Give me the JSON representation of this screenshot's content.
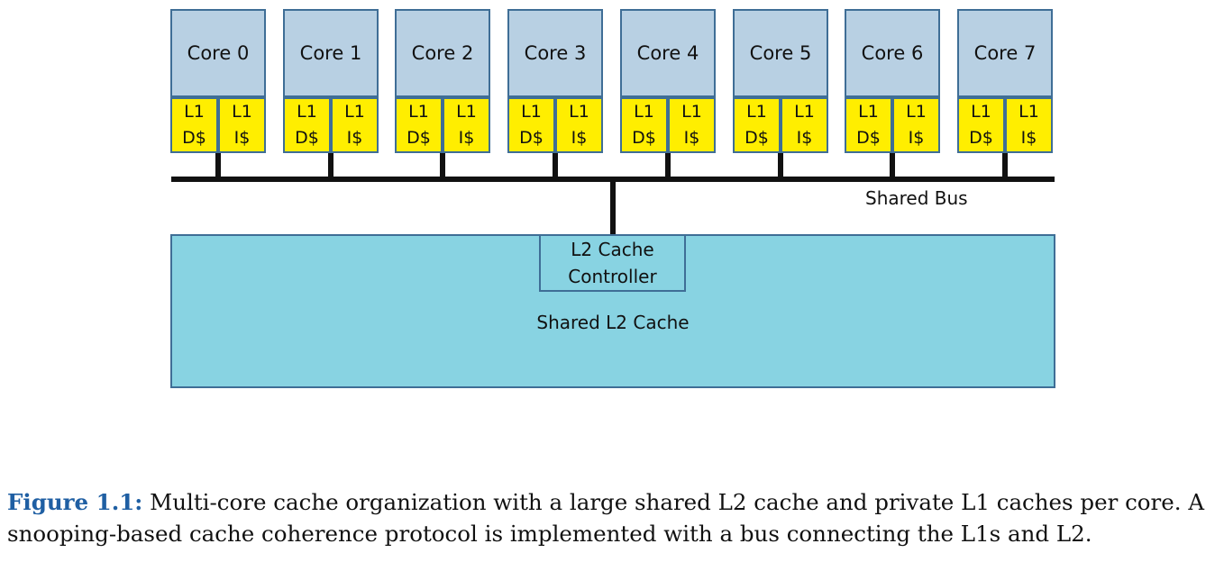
{
  "cores": [
    {
      "name": "Core 0",
      "dcache": [
        "L1",
        "D$"
      ],
      "icache": [
        "L1",
        "I$"
      ]
    },
    {
      "name": "Core 1",
      "dcache": [
        "L1",
        "D$"
      ],
      "icache": [
        "L1",
        "I$"
      ]
    },
    {
      "name": "Core 2",
      "dcache": [
        "L1",
        "D$"
      ],
      "icache": [
        "L1",
        "I$"
      ]
    },
    {
      "name": "Core 3",
      "dcache": [
        "L1",
        "D$"
      ],
      "icache": [
        "L1",
        "I$"
      ]
    },
    {
      "name": "Core 4",
      "dcache": [
        "L1",
        "D$"
      ],
      "icache": [
        "L1",
        "I$"
      ]
    },
    {
      "name": "Core 5",
      "dcache": [
        "L1",
        "D$"
      ],
      "icache": [
        "L1",
        "I$"
      ]
    },
    {
      "name": "Core 6",
      "dcache": [
        "L1",
        "D$"
      ],
      "icache": [
        "L1",
        "I$"
      ]
    },
    {
      "name": "Core 7",
      "dcache": [
        "L1",
        "D$"
      ],
      "icache": [
        "L1",
        "I$"
      ]
    }
  ],
  "bus": {
    "label": "Shared Bus"
  },
  "l2": {
    "controller_line1": "L2 Cache",
    "controller_line2": "Controller",
    "label": "Shared L2 Cache"
  },
  "caption": {
    "label": "Figure 1.1:",
    "text": "Multi-core cache organization with a large shared L2 cache and private L1 caches per core. A snooping-based cache coherence protocol is implemented with a bus connecting the L1s and L2."
  },
  "colors": {
    "core_fill": "#b8d0e3",
    "l1_fill": "#ffee00",
    "l2_fill": "#88d3e2",
    "border": "#3f6e96",
    "caption_label": "#1f5fa3"
  }
}
